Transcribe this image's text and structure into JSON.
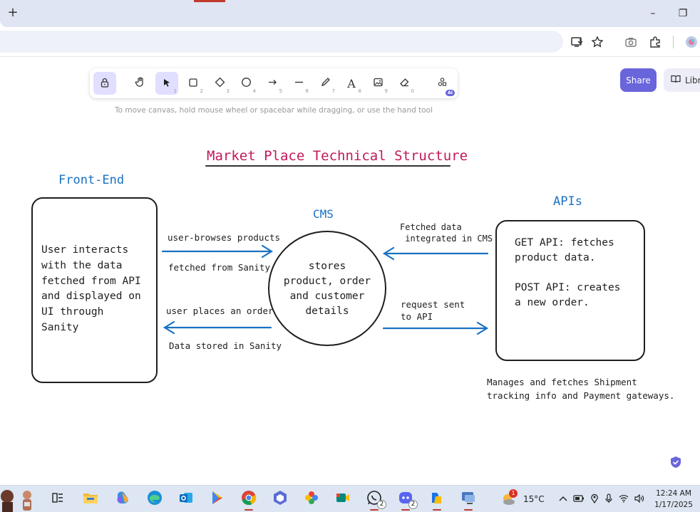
{
  "browser": {
    "new_tab_glyph": "+",
    "minimize_glyph": "–",
    "restore_glyph": "❐"
  },
  "toolbar": {
    "tools": [
      {
        "name": "lock-tool",
        "icon": "lock-icon",
        "shortcut": ""
      },
      {
        "name": "hand-tool",
        "icon": "hand-icon",
        "shortcut": ""
      },
      {
        "name": "selection-tool",
        "icon": "cursor-icon",
        "shortcut": "1"
      },
      {
        "name": "rectangle-tool",
        "icon": "rectangle-icon",
        "shortcut": "2"
      },
      {
        "name": "diamond-tool",
        "icon": "diamond-icon",
        "shortcut": "3"
      },
      {
        "name": "ellipse-tool",
        "icon": "ellipse-icon",
        "shortcut": "4"
      },
      {
        "name": "arrow-tool",
        "icon": "arrow-icon",
        "shortcut": "5"
      },
      {
        "name": "line-tool",
        "icon": "line-icon",
        "shortcut": "6"
      },
      {
        "name": "draw-tool",
        "icon": "pencil-icon",
        "shortcut": "7"
      },
      {
        "name": "text-tool",
        "icon": "text-icon",
        "shortcut": "8"
      },
      {
        "name": "image-tool",
        "icon": "image-icon",
        "shortcut": "9"
      },
      {
        "name": "eraser-tool",
        "icon": "eraser-icon",
        "shortcut": "0"
      },
      {
        "name": "more-tools",
        "icon": "shapes-icon",
        "shortcut": ""
      }
    ],
    "ai_badge": "AI",
    "hint": "To move canvas, hold mouse wheel or spacebar while dragging, or use the hand tool",
    "share_label": "Share",
    "library_label": "Libr"
  },
  "diagram": {
    "title": "Market Place Technical Structure",
    "frontend_heading": "Front-End",
    "frontend_text": "User interacts\nwith the data\nfetched from API\nand displayed on\nUI through\nSanity",
    "cms_heading": "CMS",
    "cms_text": "stores\nproduct, order\nand customer\ndetails",
    "apis_heading": "APIs",
    "apis_text": "GET API: fetches\nproduct data.\n\nPOST API: creates\na new order.",
    "arrow1_top": "user-browses products",
    "arrow1_bottom": "fetched from Sanity",
    "arrow2_top": "user places an order",
    "arrow2_bottom": "Data stored in Sanity",
    "arrow3_label": "Fetched data\n integrated in CMS",
    "arrow4_label": "request sent\nto API",
    "apis_note": "Manages and fetches Shipment\ntracking info and Payment gateways."
  },
  "taskbar": {
    "apps": [
      {
        "name": "task-view",
        "icon": "task-view-icon"
      },
      {
        "name": "file-explorer",
        "icon": "folder-icon"
      },
      {
        "name": "copilot",
        "icon": "copilot-icon"
      },
      {
        "name": "edge",
        "icon": "edge-icon"
      },
      {
        "name": "outlook",
        "icon": "outlook-icon"
      },
      {
        "name": "play-store",
        "icon": "play-icon"
      },
      {
        "name": "chrome",
        "icon": "chrome-icon"
      },
      {
        "name": "app-hex",
        "icon": "hex-icon"
      },
      {
        "name": "photos",
        "icon": "photos-icon"
      },
      {
        "name": "meet",
        "icon": "video-icon"
      },
      {
        "name": "whatsapp",
        "icon": "whatsapp-icon",
        "count": "2"
      },
      {
        "name": "discord",
        "icon": "discord-icon",
        "count": "2"
      },
      {
        "name": "files",
        "icon": "files-icon"
      },
      {
        "name": "remote",
        "icon": "remote-icon"
      }
    ],
    "weather_badge": "1",
    "temperature": "15°C",
    "time": "12:24 AM",
    "date": "1/17/2025"
  },
  "colors": {
    "accent": "#6965db",
    "title": "#c2185b",
    "heading_blue": "#1971c2",
    "arrow_blue": "#1971c2"
  }
}
